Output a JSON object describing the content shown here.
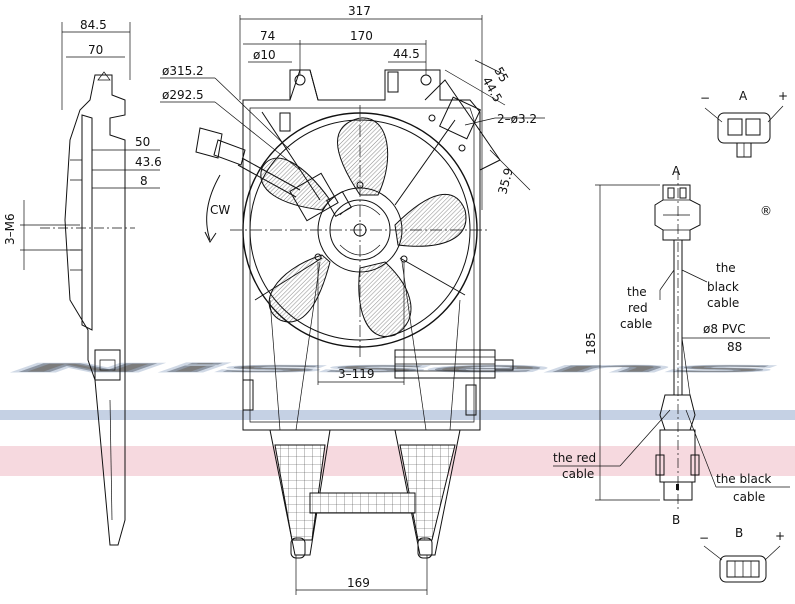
{
  "watermark": {
    "brand": "Nissens",
    "registered": "®",
    "blue": "#b7c6dd",
    "pink": "#f2c9d1"
  },
  "side_view": {
    "dim_width_outer": "84.5",
    "dim_width_inner": "70",
    "dim_50": "50",
    "dim_43_6": "43.6",
    "dim_8": "8",
    "thread": "3–M6"
  },
  "front_view": {
    "dim_overall_width": "317",
    "dim_74": "74",
    "dim_170": "170",
    "dim_hole": "ø10",
    "dim_44_5_top": "44.5",
    "dim_fan_outer": "ø315.2",
    "dim_fan_inner": "ø292.5",
    "dim_55": "55",
    "dim_44_5_side": "44.5",
    "dim_small_holes": "2–ø3.2",
    "dim_35_9": "35.9",
    "rotation": "CW",
    "dim_bolt": "3–119",
    "dim_bottom": "169"
  },
  "connector": {
    "label_a": "A",
    "label_b": "B",
    "minus": "−",
    "plus": "+",
    "length": "185",
    "cable_spec": "ø8  PVC",
    "cable_len": "88",
    "red_cable_upper_1": "the",
    "red_cable_upper_2": "red",
    "red_cable_upper_3": "cable",
    "black_cable_upper_1": "the",
    "black_cable_upper_2": "black",
    "black_cable_upper_3": "cable",
    "red_cable_lower_1": "the  red",
    "red_cable_lower_2": "cable",
    "black_cable_lower_1": "the  black",
    "black_cable_lower_2": "cable"
  }
}
